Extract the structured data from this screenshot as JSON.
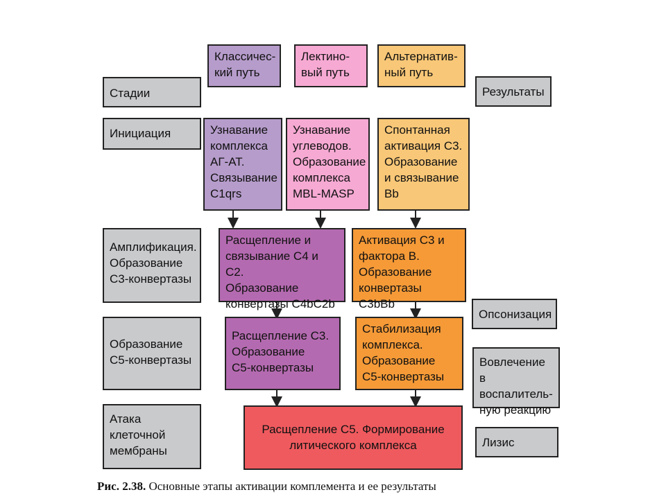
{
  "pathways": {
    "classical": "Классичес-\nкий путь",
    "lectin": "Лектино-\nвый путь",
    "alternative": "Альтернатив-\nный путь"
  },
  "headers": {
    "stages": "Стадии",
    "results": "Результаты"
  },
  "stages": {
    "initiation": "Инициация",
    "amplification": "Амплификация.\nОбразование\nС3-конвертазы",
    "c5_convertase": "Образование\nС5-конвертазы",
    "membrane_attack": "Атака\nклеточной\nмембраны"
  },
  "steps": {
    "classical_init": "Узнавание\nкомплекса\nАГ-АТ.\nСвязывание\nС1qrs",
    "lectin_init": "Узнавание\nуглеводов.\nОбразование\nкомплекса\nMBL-MASP",
    "alternative_init": "Спонтанная\nактивация С3.\nОбразование\nи связывание\nBb",
    "c4c2_cleavage": "Расщепление и\nсвязывание С4 и С2.\nОбразование\nконвертазы С4bС2b",
    "c3_factor_b": "Активация С3 и\nфактора В.\nОбразование\nконвертазы С3bBb",
    "c3_cleavage": "Расщепление С3.\nОбразование\nС5-конвертазы",
    "stabilization": "Стабилизация\nкомплекса.\nОбразование\nС5-конвертазы",
    "c5_cleavage": "Расщепление С5. Формирование\nлитического комплекса"
  },
  "results": {
    "opsonization": "Опсонизация",
    "inflammation": "Вовлечение в\nвоспалитель-\nную реакцию",
    "lysis": "Лизис"
  },
  "caption": {
    "label": "Рис. 2.38.",
    "text": " Основные этапы активации комплемента и ее результаты"
  }
}
